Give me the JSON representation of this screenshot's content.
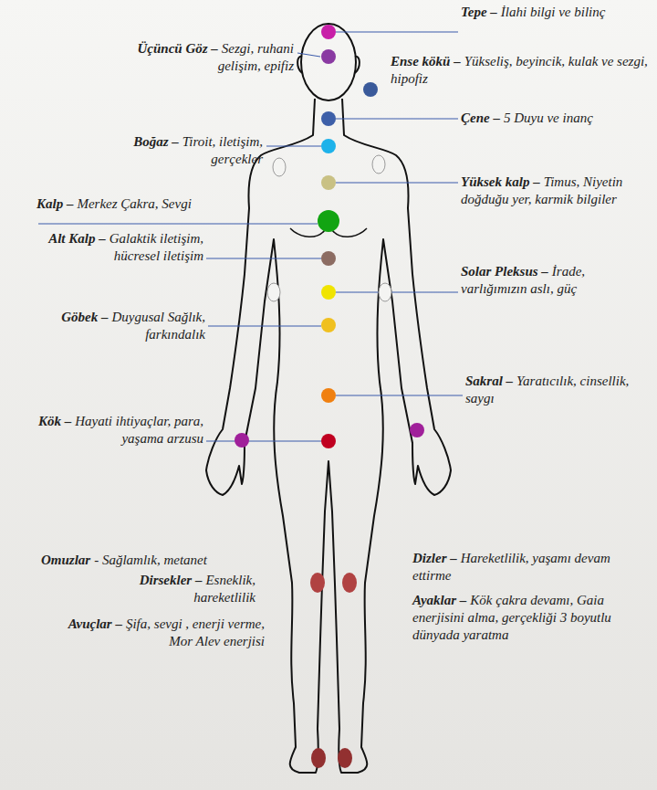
{
  "diagram": {
    "labels": [
      "Tepe –",
      "İlahi bilgi ve bilinç",
      "Üçüncü Göz –",
      "Sezgi, ruhani gelişim, epifiz",
      "Ense kökü –",
      "Yükseliş, beyincik, kulak ve sezgi, hipofiz",
      "Çene –",
      "5 Duyu ve inanç",
      "Boğaz –",
      "Tiroit, iletişim, gerçekler",
      "Yüksek kalp –",
      "Timus, Niyetin doğduğu yer, karmik bilgiler",
      "Kalp –",
      "Merkez Çakra, Sevgi",
      "Alt Kalp –",
      "Galaktik iletişim, hücresel iletişim",
      "Solar Pleksus –",
      "İrade, varlığımızın aslı, güç",
      "Göbek –",
      "Duygusal Sağlık, farkındalık",
      "Sakral –",
      "Yaratıcılık, cinsellik, saygı",
      "Kök –",
      "Hayati ihtiyaçlar, para, yaşama arzusu",
      "Omuzlar",
      "- Sağlamlık, metanet",
      "Dirsekler –",
      "Esneklik, hareketlilik",
      "Avuçlar –",
      "Şifa, sevgi , enerji verme, Mor Alev enerjisi",
      "Dizler –",
      "Hareketlilik, yaşamı devam ettirme",
      "Ayaklar –",
      "Kök çakra devamı, Gaia enerjisini alma, gerçekliği 3 boyutlu dünyada yaratma"
    ]
  }
}
